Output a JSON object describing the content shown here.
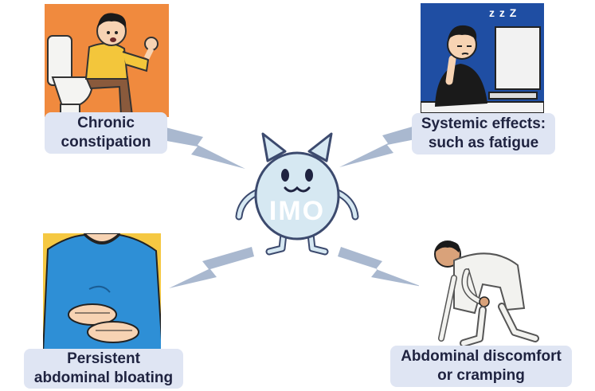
{
  "center": {
    "label": "IMO"
  },
  "symptoms": [
    {
      "line1": "Chronic",
      "line2": "constipation"
    },
    {
      "line1": "Systemic effects:",
      "line2": "such as fatigue"
    },
    {
      "line1": "Persistent",
      "line2": "abdominal bloating"
    },
    {
      "line1": "Abdominal discomfort",
      "line2": "or cramping"
    }
  ],
  "sleep_text": "z z Z",
  "colors": {
    "label_bg": "#dfe5f3",
    "label_text": "#1f2340",
    "bolt": "#a9b8cf",
    "mascot_body": "#d6e8f2",
    "mascot_outline": "#3c4a6e",
    "panel_orange": "#f08a3e",
    "panel_blue": "#1f4ea3",
    "panel_yellow": "#f5c842",
    "shirt_blue": "#2e8fd6"
  }
}
